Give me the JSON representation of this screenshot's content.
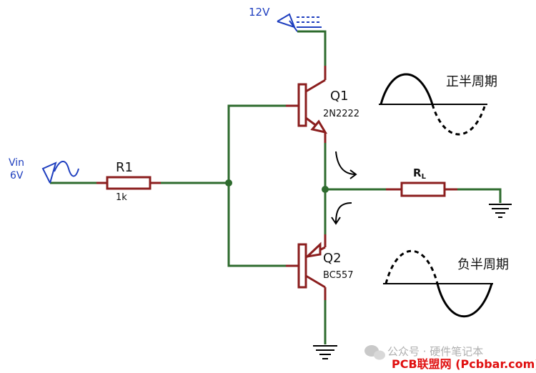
{
  "supply": {
    "label": "12V"
  },
  "input": {
    "label_line1": "Vin",
    "label_line2": "6V"
  },
  "resistor_r1": {
    "name": "R1",
    "value": "1k"
  },
  "transistor_q1": {
    "name": "Q1",
    "part": "2N2222"
  },
  "transistor_q2": {
    "name": "Q2",
    "part": "BC557"
  },
  "load": {
    "name": "R",
    "subscript": "L"
  },
  "waveform_top": {
    "label": "正半周期"
  },
  "waveform_bottom": {
    "label": "负半周期"
  },
  "watermark": {
    "text": "公众号 · 硬件笔记本",
    "credit": "PCB联盟网 (Pcbbar.com)"
  },
  "colors": {
    "wire": "#2e6b2e",
    "component": "#8b1e1e",
    "label_blue": "#1f3fbf",
    "credit_red": "#e01010"
  }
}
